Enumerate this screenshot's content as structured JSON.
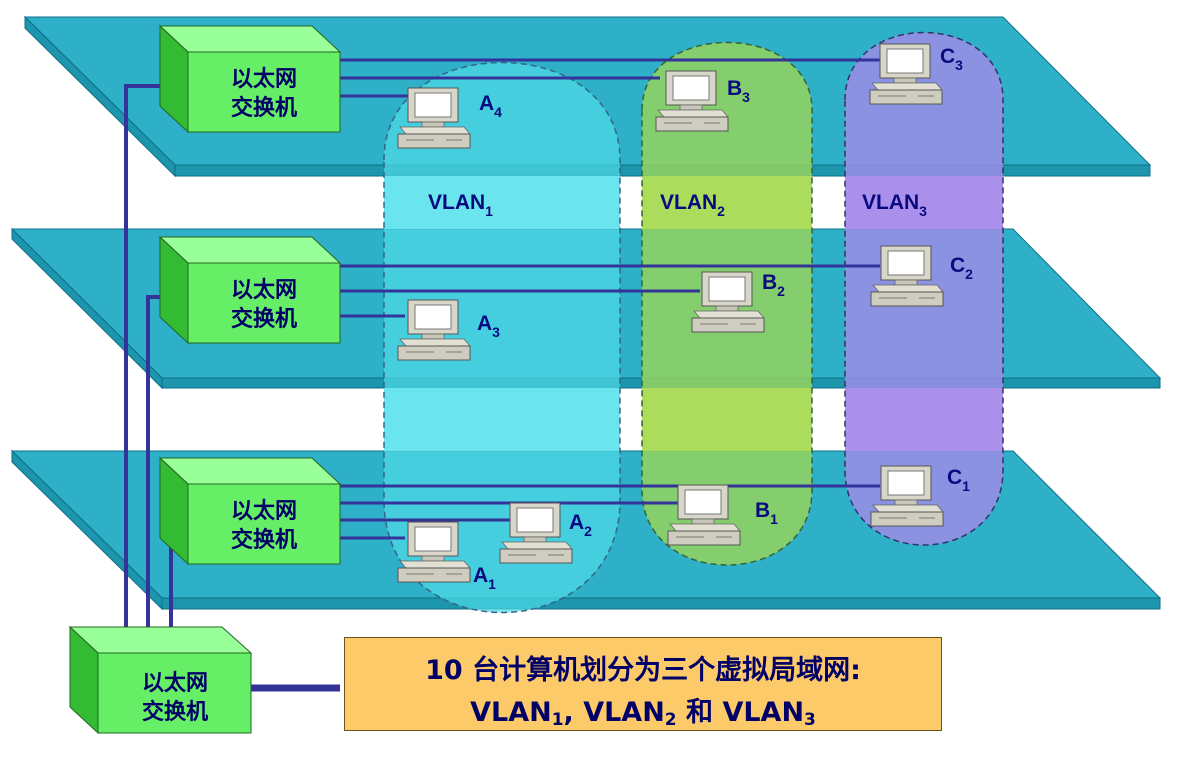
{
  "switch_label_line1": "以太网",
  "switch_label_line2": "交换机",
  "vlans": [
    {
      "name": "VLAN",
      "sub": "1",
      "color": "#b2ffff"
    },
    {
      "name": "VLAN",
      "sub": "2",
      "color": "#ffff66"
    },
    {
      "name": "VLAN",
      "sub": "3",
      "color": "#ffa0ff"
    }
  ],
  "computers": {
    "A4": {
      "letter": "A",
      "sub": "4"
    },
    "A3": {
      "letter": "A",
      "sub": "3"
    },
    "A2": {
      "letter": "A",
      "sub": "2"
    },
    "A1": {
      "letter": "A",
      "sub": "1"
    },
    "B3": {
      "letter": "B",
      "sub": "3"
    },
    "B2": {
      "letter": "B",
      "sub": "2"
    },
    "B1": {
      "letter": "B",
      "sub": "1"
    },
    "C3": {
      "letter": "C",
      "sub": "3"
    },
    "C2": {
      "letter": "C",
      "sub": "2"
    },
    "C1": {
      "letter": "C",
      "sub": "1"
    }
  },
  "caption": {
    "line1": "10 台计算机划分为三个虚拟局域网:",
    "vlan_word": "VLAN",
    "sub1": "1",
    "sub2": "2",
    "sub3": "3",
    "sep": ", ",
    "and": " 和 "
  },
  "colors": {
    "floor": "#2eb0c8",
    "floor_edge": "#0e6f88",
    "switch_front": "#66ee66",
    "switch_side": "#33bb33",
    "cable": "#333399",
    "vlan1_ellipse": "#4dd9e6",
    "vlan2_ellipse": "#99d45a",
    "vlan3_ellipse": "#9b8de6",
    "caption_bg": "#fdca6a"
  }
}
